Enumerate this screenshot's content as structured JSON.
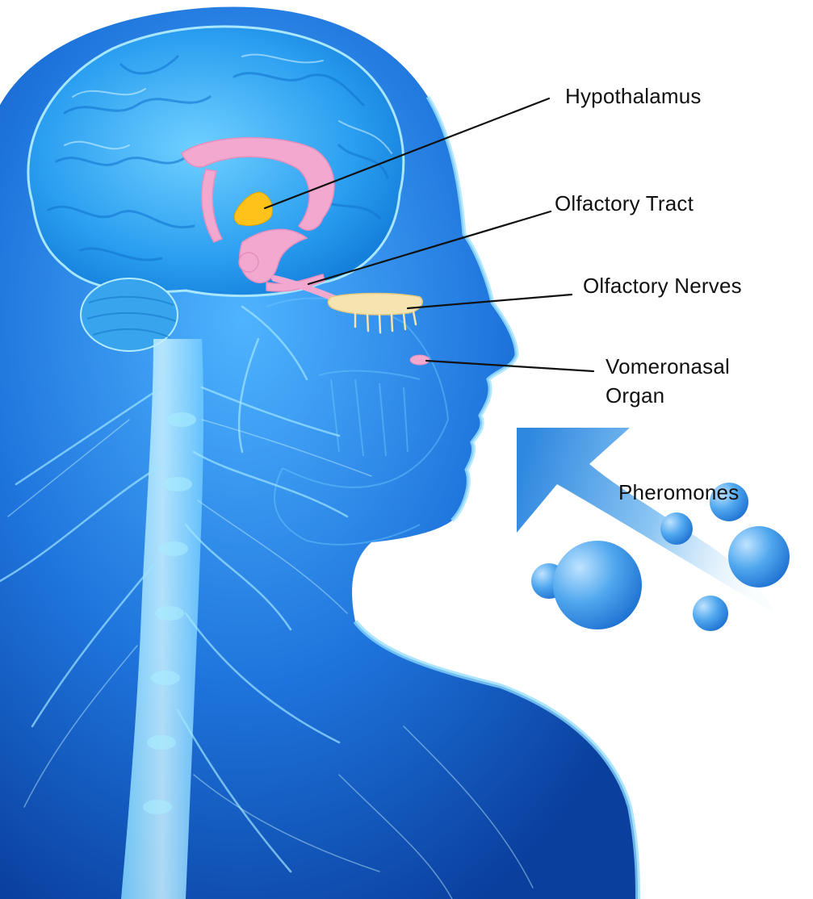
{
  "labels": {
    "hypothalamus": "Hypothalamus",
    "olfactory_tract": "Olfactory Tract",
    "olfactory_nerves": "Olfactory Nerves",
    "vomeronasal_line1": "Vomeronasal",
    "vomeronasal_line2": "Organ",
    "pheromones": "Pheromones"
  },
  "colors": {
    "body_blue": "#1e6fd6",
    "body_light": "#7fd2ff",
    "brain": "#3aa8f0",
    "limbic_pink": "#f3a8cf",
    "hypothalamus_yellow": "#ffc21a",
    "nerve_cream": "#f5e3b0",
    "leader_line": "#111111",
    "arrow_blue": "#3b8ee2"
  },
  "icons": [
    "head-silhouette",
    "brain",
    "arrow",
    "pheromone-bubble"
  ]
}
